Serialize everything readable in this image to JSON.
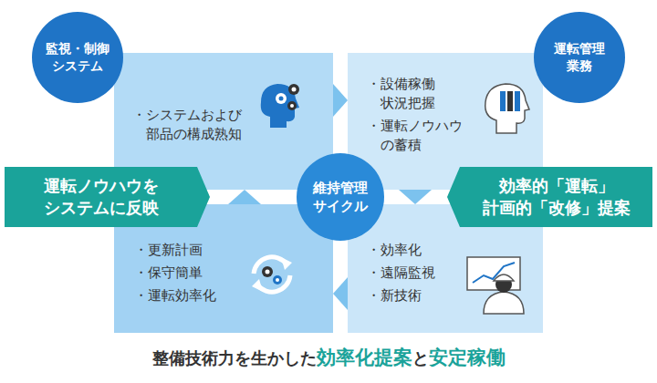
{
  "diagram": {
    "nodes": [
      {
        "text": [
          "監視・制御 システム"
        ]
      },
      {
        "text": [
          "・システムおよび 部品の構成熟知"
        ]
      },
      {
        "text": [
          "・設備稼働 状況把握",
          "・運転ノウハウ の蓄積"
        ]
      },
      {
        "text": [
          "運転管理 業務"
        ]
      },
      {
        "text": [
          "運転ノウハウを システムに反映"
        ]
      },
      {
        "text": [
          "維持管理 サイクル"
        ]
      },
      {
        "text": [
          "効率的「運転」 計画的「改修」提案"
        ]
      },
      {
        "text": [
          "・更新計画",
          "・保守簡単",
          "・運転効率化"
        ]
      },
      {
        "text": [
          "・効率化",
          "・遠隔監視",
          "・新技術"
        ]
      }
    ],
    "edges": [
      {
        "from": 1,
        "to": 2,
        "arrow": "to"
      },
      {
        "from": 2,
        "to": 8,
        "arrow": "to"
      },
      {
        "from": 8,
        "to": 7,
        "arrow": "to"
      },
      {
        "from": 7,
        "to": 1,
        "arrow": "to"
      }
    ],
    "labels": [
      "整備技術力を生かした",
      "効率化提案",
      "と",
      "安定稼働"
    ]
  }
}
